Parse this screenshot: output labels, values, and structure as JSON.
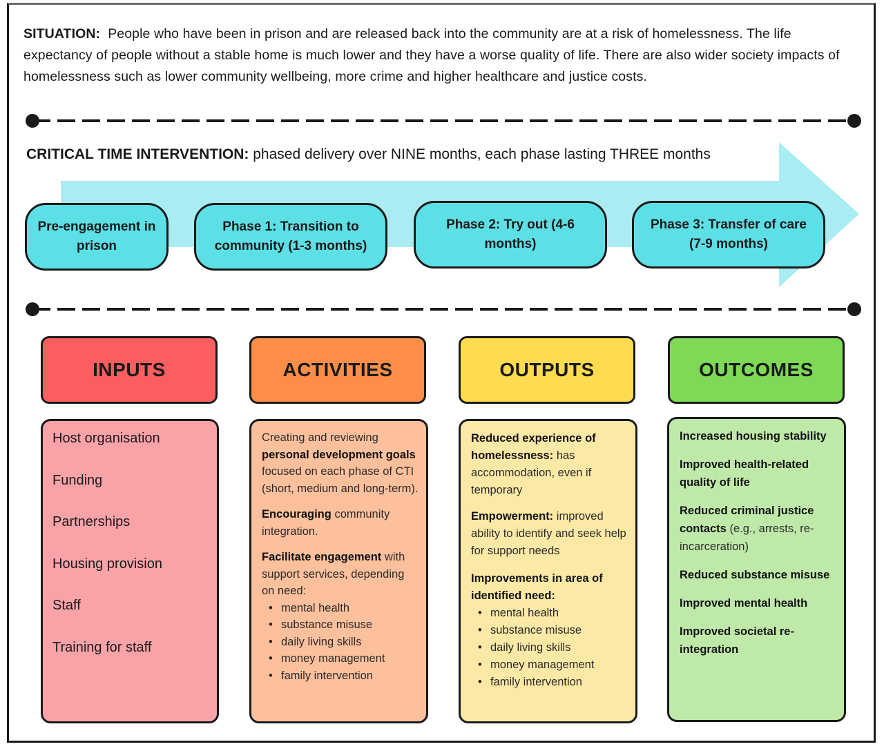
{
  "situation": {
    "label": "SITUATION:",
    "text": "People who have been in prison and are released back into the community are at a risk of homelessness. The life expectancy of people without a stable home is much lower and they have a worse quality of life. There are also wider society impacts of homelessness such as lower community wellbeing, more crime and higher healthcare and justice costs."
  },
  "cti": {
    "label": "CRITICAL TIME INTERVENTION:",
    "text": "phased delivery over NINE months, each phase lasting THREE months",
    "phases": [
      "Pre-engagement in prison",
      "Phase 1: Transition to community (1-3 months)",
      "Phase 2: Try out (4-6 months)",
      "Phase 3: Transfer of care (7-9 months)"
    ]
  },
  "columns": {
    "inputs": {
      "title": "INPUTS",
      "color": "#fb5e5e",
      "box_color": "#f9a3a8",
      "items": [
        "Host organisation",
        "Funding",
        "Partnerships",
        "Housing provision",
        "Staff",
        "Training for staff"
      ]
    },
    "activities": {
      "title": "ACTIVITIES",
      "color": "#fc8e48",
      "box_color": "#fdc09d",
      "goals_pre": "Creating and reviewing",
      "goals_bold": "personal development goals",
      "goals_post": "focused on each phase of CTI (short, medium and long-term).",
      "encourage_bold": "Encouraging",
      "encourage_post": "community integration.",
      "facilitate_bold": "Facilitate engagement",
      "facilitate_post": "with support services, depending on need:",
      "needs": [
        "mental health",
        "substance misuse",
        "daily living skills",
        "money management",
        "family intervention"
      ]
    },
    "outputs": {
      "title": "OUTPUTS",
      "color": "#fedb4f",
      "box_color": "#fde9a6",
      "reduced_bold": "Reduced experience of homelessness:",
      "reduced_post": "has accommodation, even if temporary",
      "empower_bold": "Empowerment:",
      "empower_post": "improved ability to identify and seek help for support needs",
      "improve_bold": "Improvements in area of identified need:",
      "needs": [
        "mental health",
        "substance misuse",
        "daily living skills",
        "money management",
        "family intervention"
      ]
    },
    "outcomes": {
      "title": "OUTCOMES",
      "color": "#7ed957",
      "box_color": "#bfe9a9",
      "o1": "Increased housing stability",
      "o2": "Improved health-related quality of life",
      "o3_bold": "Reduced criminal justice contacts",
      "o3_post": "(e.g., arrests, re-incarceration)",
      "o4": "Reduced substance misuse",
      "o5": "Improved mental health",
      "o6": "Improved societal re-integration"
    }
  }
}
